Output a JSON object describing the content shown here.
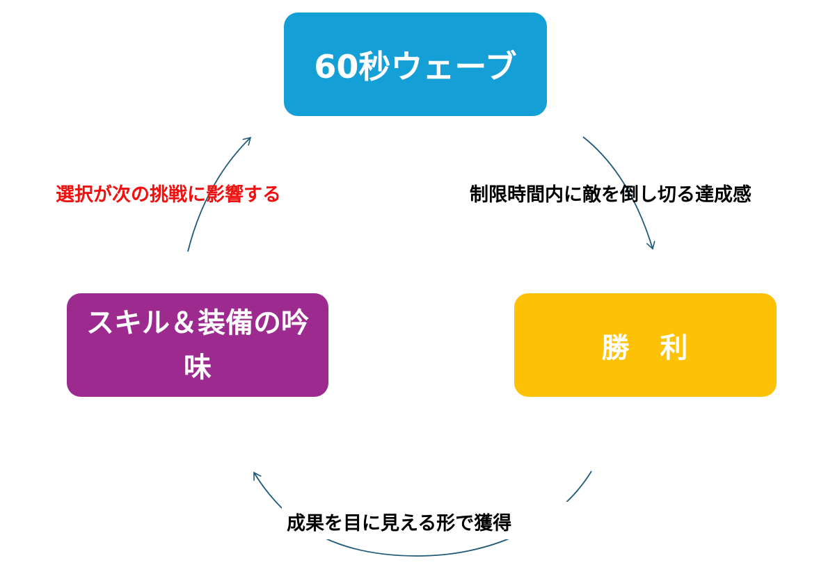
{
  "diagram": {
    "nodes": {
      "top": {
        "label": "60秒ウェーブ",
        "color": "#149fd6"
      },
      "right": {
        "label": "勝　利",
        "color": "#fdc106"
      },
      "left": {
        "label": "スキル＆装備の吟味",
        "color": "#9c2a8f"
      }
    },
    "edges": {
      "top_to_right": {
        "label": "制限時間内に敵を倒し切る達成感",
        "color": "#000000"
      },
      "right_to_left": {
        "label": "成果を目に見える形で獲得",
        "color": "#000000"
      },
      "left_to_top": {
        "label": "選択が次の挑戦に影響する",
        "color": "#f01010"
      }
    },
    "arrow_color": "#1f5a78"
  }
}
